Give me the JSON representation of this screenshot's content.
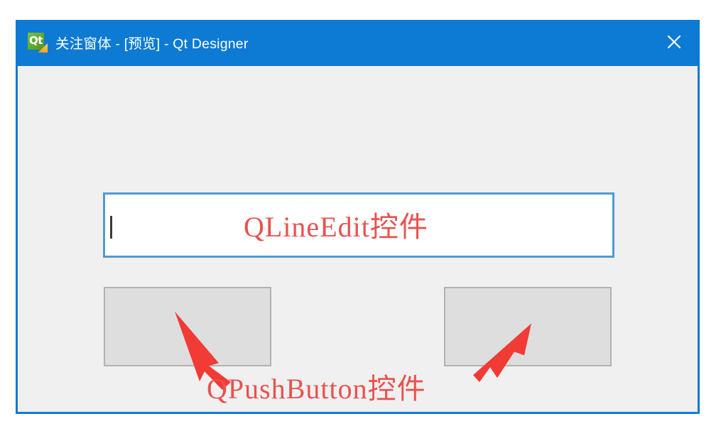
{
  "window": {
    "title": "关注窗体 - [预览] - Qt Designer",
    "app_icon": "qt-logo-icon",
    "icon_label": "Qt",
    "close_icon": "close-icon",
    "titlebar_color": "#0d7ad3",
    "frame_color": "#1279d3",
    "client_color": "#f0f0f0"
  },
  "widgets": {
    "line_edit": {
      "name": "QLineEdit",
      "value": "",
      "placeholder": "",
      "border_color": "#4e9ad8",
      "background": "#ffffff",
      "caret_visible": true
    },
    "push_button_left": {
      "name": "QPushButton",
      "label": "",
      "background": "#dedede",
      "border_color": "#b2b2b2"
    },
    "push_button_right": {
      "name": "QPushButton",
      "label": "",
      "background": "#dedede",
      "border_color": "#b2b2b2"
    }
  },
  "annotations": {
    "text_color": "#e8524f",
    "arrow_color": "#f23b35",
    "line_edit_label": "QLineEdit控件",
    "push_button_label": "QPushButton控件",
    "arrows": [
      {
        "name": "arrow-to-left-button",
        "direction": "up-left"
      },
      {
        "name": "arrow-to-right-button",
        "direction": "up-right"
      }
    ]
  }
}
